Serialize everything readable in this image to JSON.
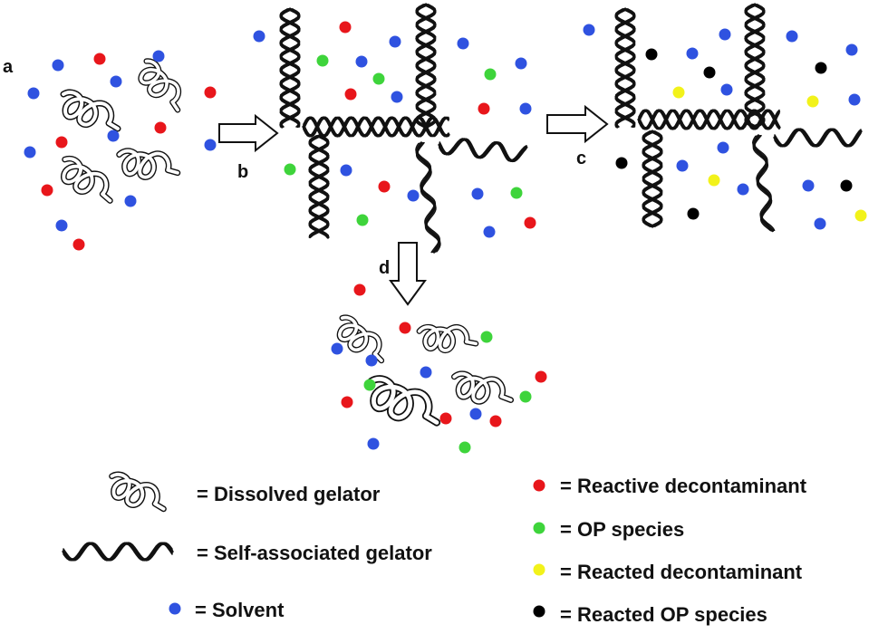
{
  "steps": {
    "a": "a",
    "b": "b",
    "c": "c",
    "d": "d"
  },
  "legend": {
    "dissolved_gelator": "= Dissolved gelator",
    "self_associated_gelator": "= Self-associated gelator",
    "solvent": "= Solvent",
    "reactive_decontaminant": "= Reactive decontaminant",
    "op_species": "= OP species",
    "reacted_decontaminant": "= Reacted decontaminant",
    "reacted_op_species": "= Reacted OP species"
  },
  "colors": {
    "solvent": "#2f52e0",
    "reactive_decontaminant": "#e8161b",
    "op_species": "#3ed43b",
    "reacted_decontaminant": "#f2f21a",
    "reacted_op_species": "#000000",
    "arrow_fill": "#ffffff",
    "ink": "#111111"
  }
}
